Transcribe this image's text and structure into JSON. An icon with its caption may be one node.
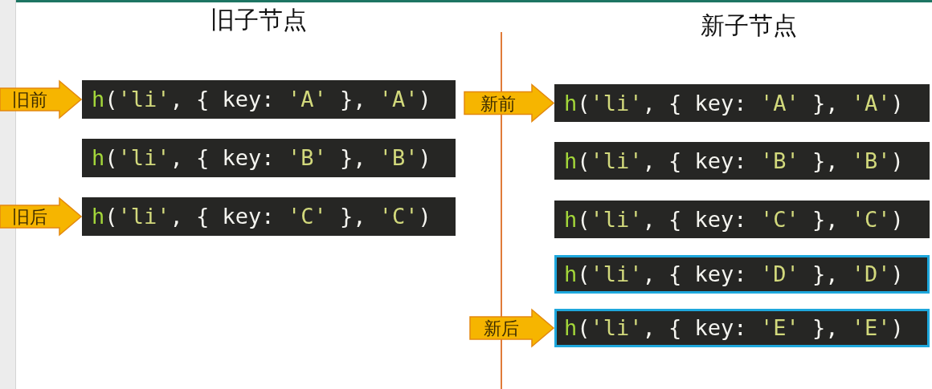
{
  "diagram": {
    "nodes": [
      {
        "text": [
          "h('li', { key: 'A' }, 'A')"
        ]
      },
      {
        "text": [
          "h('li', { key: 'B' }, 'B')"
        ]
      },
      {
        "text": [
          "h('li', { key: 'C' }, 'C')"
        ]
      },
      {
        "text": [
          "h('li', { key: 'A' }, 'A')"
        ]
      },
      {
        "text": [
          "h('li', { key: 'B' }, 'B')"
        ]
      },
      {
        "text": [
          "h('li', { key: 'C' }, 'C')"
        ]
      },
      {
        "text": [
          "h('li', { key: 'D' }, 'D')"
        ]
      },
      {
        "text": [
          "h('li', { key: 'E' }, 'E')"
        ]
      }
    ],
    "edges": [
      {
        "from": null,
        "to": 0,
        "arrow": "to",
        "label": "旧前"
      },
      {
        "from": null,
        "to": 2,
        "arrow": "to",
        "label": "旧后"
      },
      {
        "from": null,
        "to": 3,
        "arrow": "to",
        "label": "新前"
      },
      {
        "from": null,
        "to": 7,
        "arrow": "to",
        "label": "新后"
      }
    ],
    "labels": [
      "旧子节点",
      "新子节点"
    ]
  }
}
